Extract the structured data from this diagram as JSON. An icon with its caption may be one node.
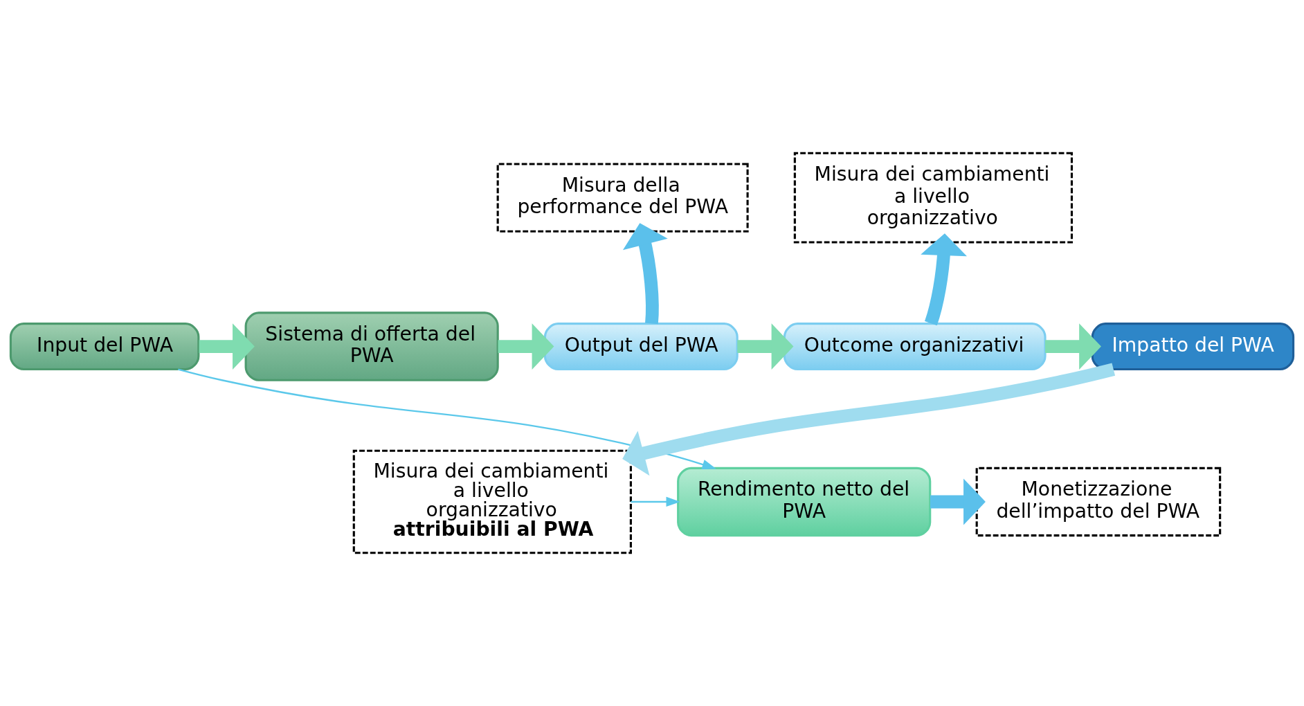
{
  "diagram": {
    "nodes": [
      {
        "text": [
          "Input del PWA"
        ]
      },
      {
        "text": [
          "Sistema di offerta del PWA"
        ]
      },
      {
        "text": [
          "Output del PWA"
        ]
      },
      {
        "text": [
          "Outcome organizzativi"
        ]
      },
      {
        "text": [
          "Impatto del PWA"
        ]
      },
      {
        "text": [
          "Misura della performance del PWA"
        ]
      },
      {
        "text": [
          "Misura dei cambiamenti a livello organizzativo"
        ]
      },
      {
        "text": [
          "Misura dei cambiamenti a livello organizzativo **attribuibili al PWA**"
        ]
      },
      {
        "text": [
          "Rendimento netto del PWA"
        ]
      },
      {
        "text": [
          "Monetizzazione dell’impatto del PWA"
        ]
      }
    ],
    "edges": [
      {
        "from": 0,
        "to": 1,
        "arrow": "to"
      },
      {
        "from": 1,
        "to": 2,
        "arrow": "to"
      },
      {
        "from": 2,
        "to": 3,
        "arrow": "to"
      },
      {
        "from": 3,
        "to": 4,
        "arrow": "to"
      },
      {
        "from": 2,
        "to": 5,
        "arrow": "to",
        "color": "#5bc0eb"
      },
      {
        "from": 3,
        "to": 6,
        "arrow": "to",
        "color": "#5bc0eb"
      },
      {
        "from": 4,
        "to": 7,
        "arrow": "to",
        "color": "#9fdcef"
      },
      {
        "from": 0,
        "to": 8,
        "arrow": "to",
        "color": "#5bc8ea"
      },
      {
        "from": 7,
        "to": 8,
        "arrow": "to",
        "color": "#5bc8ea"
      },
      {
        "from": 8,
        "to": 9,
        "arrow": "to",
        "color": "#5bc0eb"
      }
    ]
  }
}
